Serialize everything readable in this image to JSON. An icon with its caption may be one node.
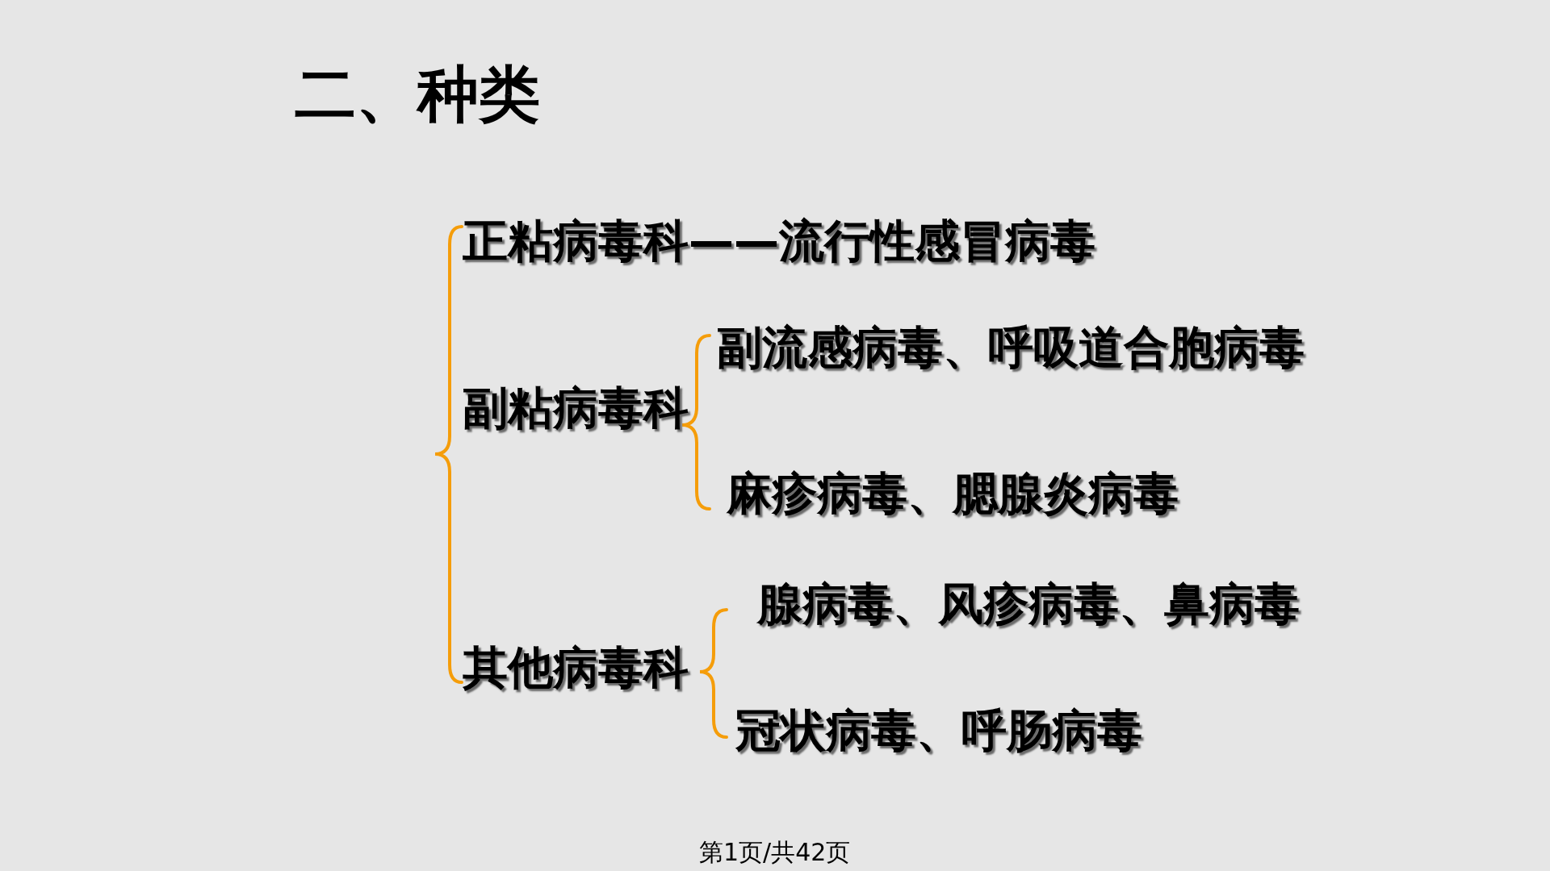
{
  "diagram": {
    "title": "二、种类",
    "labels": [
      "正粘病毒科——流行性感冒病毒",
      "副流感病毒、呼吸道合胞病毒",
      "副粘病毒科",
      "麻疹病毒、腮腺炎病毒",
      "腺病毒、风疹病毒、鼻病毒",
      "其他病毒科",
      "冠状病毒、呼肠病毒",
      "第1页/共42页"
    ]
  }
}
